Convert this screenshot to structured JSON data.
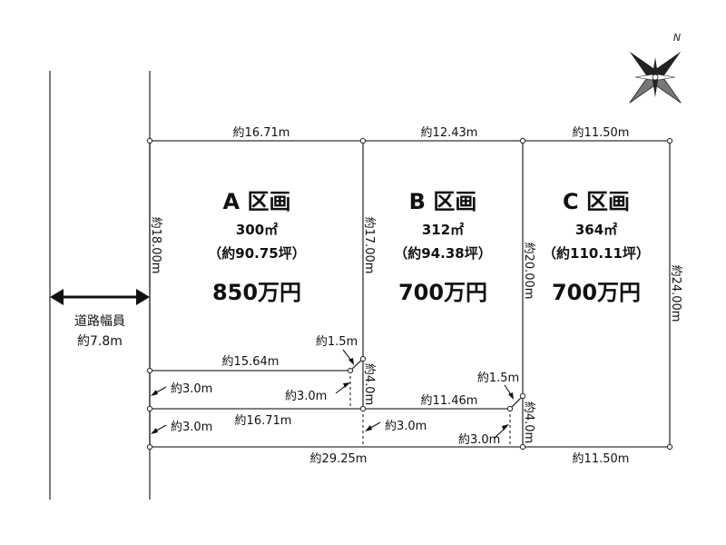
{
  "road": {
    "label_line1": "道路幅員",
    "label_line2": "約7.8m"
  },
  "lots": [
    {
      "name": "A 区画",
      "area": "300㎡",
      "tsubo": "（約90.75坪）",
      "price": "850万円"
    },
    {
      "name": "B 区画",
      "area": "312㎡",
      "tsubo": "（約94.38坪）",
      "price": "700万円"
    },
    {
      "name": "C 区画",
      "area": "364㎡",
      "tsubo": "（約110.11坪）",
      "price": "700万円"
    }
  ],
  "dimensions": {
    "top_a": "約16.71m",
    "top_b": "約12.43m",
    "top_c": "約11.50m",
    "left_a": "約18.00m",
    "ab_divider": "約17.00m",
    "bc_divider": "約20.00m",
    "right_c": "約24.00m",
    "a_bottom_inner": "約15.64m",
    "a_corner_cut": "約1.5m",
    "a_strip_width": "約3.0m",
    "a_notch_width": "約3.0m",
    "a_notch_depth": "約4.0m",
    "b_bottom_inner": "約11.46m",
    "b_corner_cut": "約1.5m",
    "mid_line_a": "約16.71m",
    "b_strip_width": "約3.0m",
    "b_notch_width": "約3.0m",
    "b_notch_depth": "約4.0m",
    "bottom_total": "約29.25m",
    "bottom_c": "約11.50m",
    "left_lower_strip": "約3.0m"
  },
  "compass": {
    "north_label": "N"
  }
}
